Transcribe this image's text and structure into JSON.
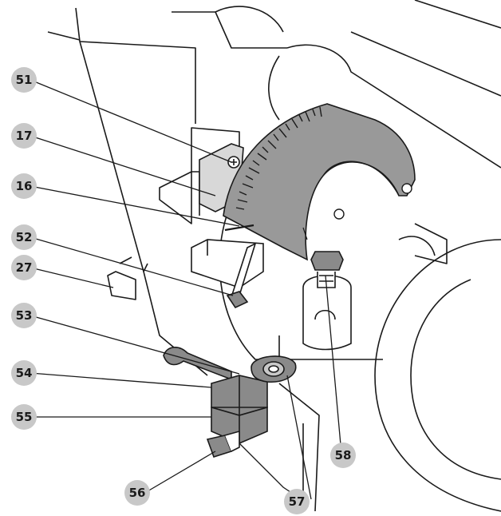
{
  "diagram": {
    "callouts": [
      {
        "id": "c51",
        "label": "51"
      },
      {
        "id": "c17",
        "label": "17"
      },
      {
        "id": "c16",
        "label": "16"
      },
      {
        "id": "c52",
        "label": "52"
      },
      {
        "id": "c27",
        "label": "27"
      },
      {
        "id": "c53",
        "label": "53"
      },
      {
        "id": "c54",
        "label": "54"
      },
      {
        "id": "c55",
        "label": "55"
      },
      {
        "id": "c56",
        "label": "56"
      },
      {
        "id": "c57",
        "label": "57"
      },
      {
        "id": "c58",
        "label": "58"
      }
    ],
    "colors": {
      "callout_fill": "#c8c8c8",
      "scale_fill": "#999999",
      "dark_fill": "#8a8a8a",
      "line": "#1a1a1a"
    }
  }
}
